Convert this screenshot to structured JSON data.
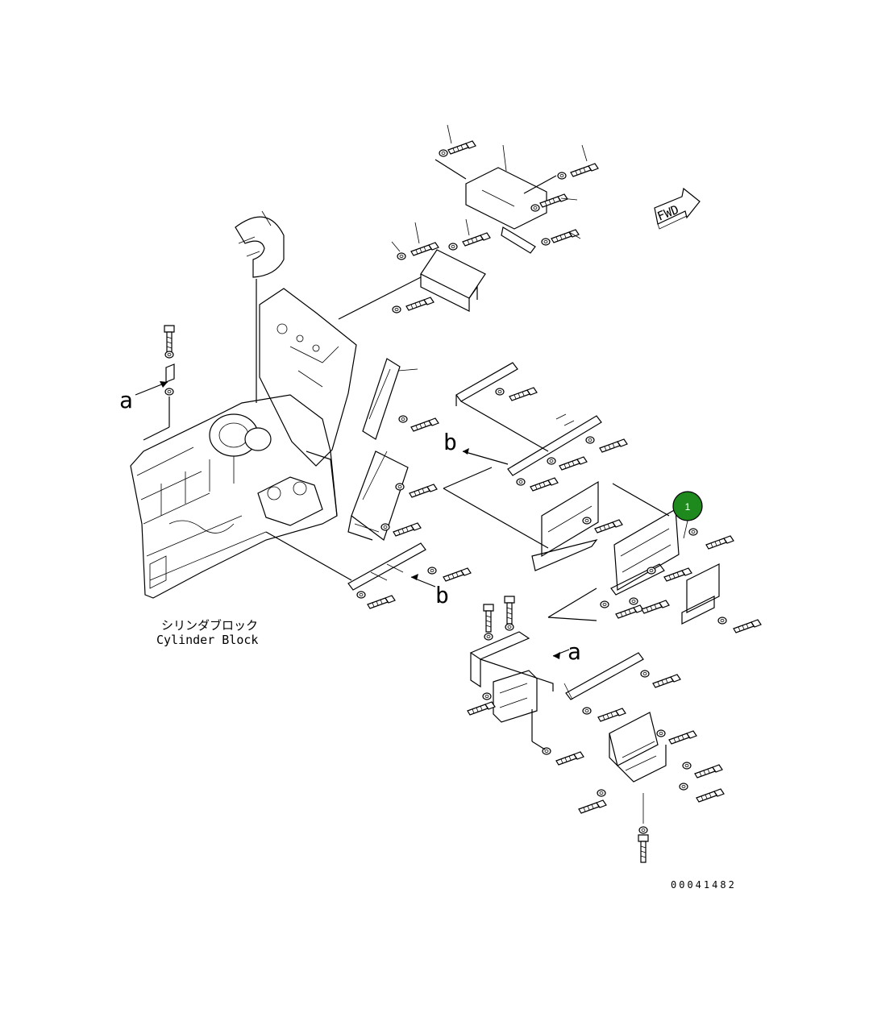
{
  "fwd_label": "FWD",
  "block_label_jp": "シリンダブロック",
  "block_label_en": "Cylinder Block",
  "ref_a": "a",
  "ref_b": "b",
  "ref_a_right": "a",
  "ref_b_lower": "b",
  "callout_number": "1",
  "callout_color": "#1e8a1e",
  "drawing_number": "00041482"
}
